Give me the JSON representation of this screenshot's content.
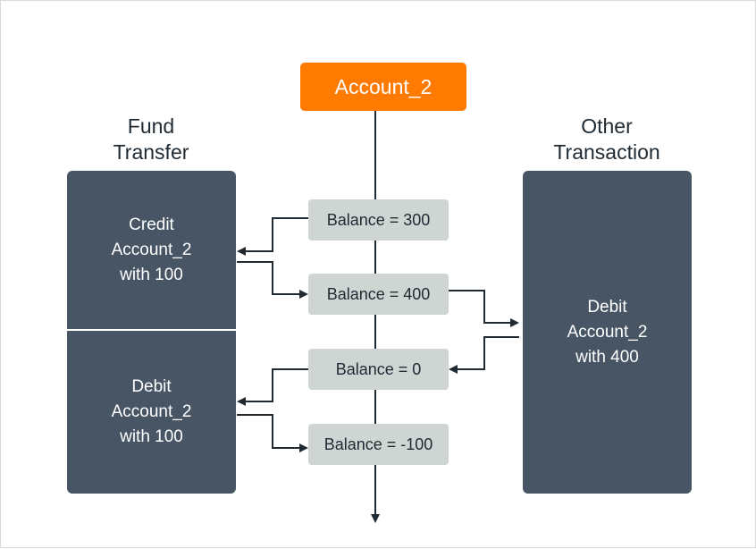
{
  "account": {
    "label": "Account_2"
  },
  "left_heading": {
    "line1": "Fund",
    "line2": "Transfer"
  },
  "right_heading": {
    "line1": "Other",
    "line2": "Transaction"
  },
  "left_panel": {
    "credit": {
      "line1": "Credit",
      "line2": "Account_2",
      "line3": "with 100"
    },
    "debit": {
      "line1": "Debit",
      "line2": "Account_2",
      "line3": "with 100"
    }
  },
  "right_panel": {
    "debit": {
      "line1": "Debit",
      "line2": "Account_2",
      "line3": "with 400"
    }
  },
  "balances": [
    {
      "label": "Balance = 300"
    },
    {
      "label": "Balance = 400"
    },
    {
      "label": "Balance = 0"
    },
    {
      "label": "Balance = -100"
    }
  ],
  "colors": {
    "account": "#ff7a00",
    "panel": "#475565",
    "balance": "#ced5d3",
    "line": "#1f2a33"
  }
}
